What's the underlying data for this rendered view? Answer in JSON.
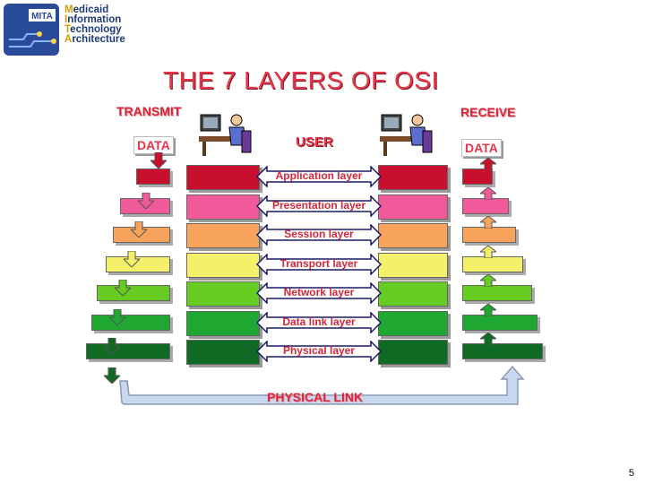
{
  "logo": {
    "badge": "MITA",
    "lines": [
      {
        "initial": "M",
        "rest": "edicaid"
      },
      {
        "initial": "I",
        "rest": "nformation"
      },
      {
        "initial": "T",
        "rest": "echnology"
      },
      {
        "initial": "A",
        "rest": "rchitecture"
      }
    ]
  },
  "title": "THE 7 LAYERS OF OSI",
  "transmit_label": "TRANSMIT",
  "receive_label": "RECEIVE",
  "data_left": "DATA",
  "data_right": "DATA",
  "user_label": "USER",
  "layers": [
    {
      "name": "Application layer",
      "color": "#c8102e"
    },
    {
      "name": "Presentation layer",
      "color": "#f05a9a"
    },
    {
      "name": "Session layer",
      "color": "#f7a35c"
    },
    {
      "name": "Transport layer",
      "color": "#f5f06a"
    },
    {
      "name": "Network layer",
      "color": "#66cc22"
    },
    {
      "name": "Data link layer",
      "color": "#1ea832"
    },
    {
      "name": "Physical layer",
      "color": "#0f6a24"
    }
  ],
  "physical_link": "PHYSICAL LINK",
  "page_number": "5"
}
